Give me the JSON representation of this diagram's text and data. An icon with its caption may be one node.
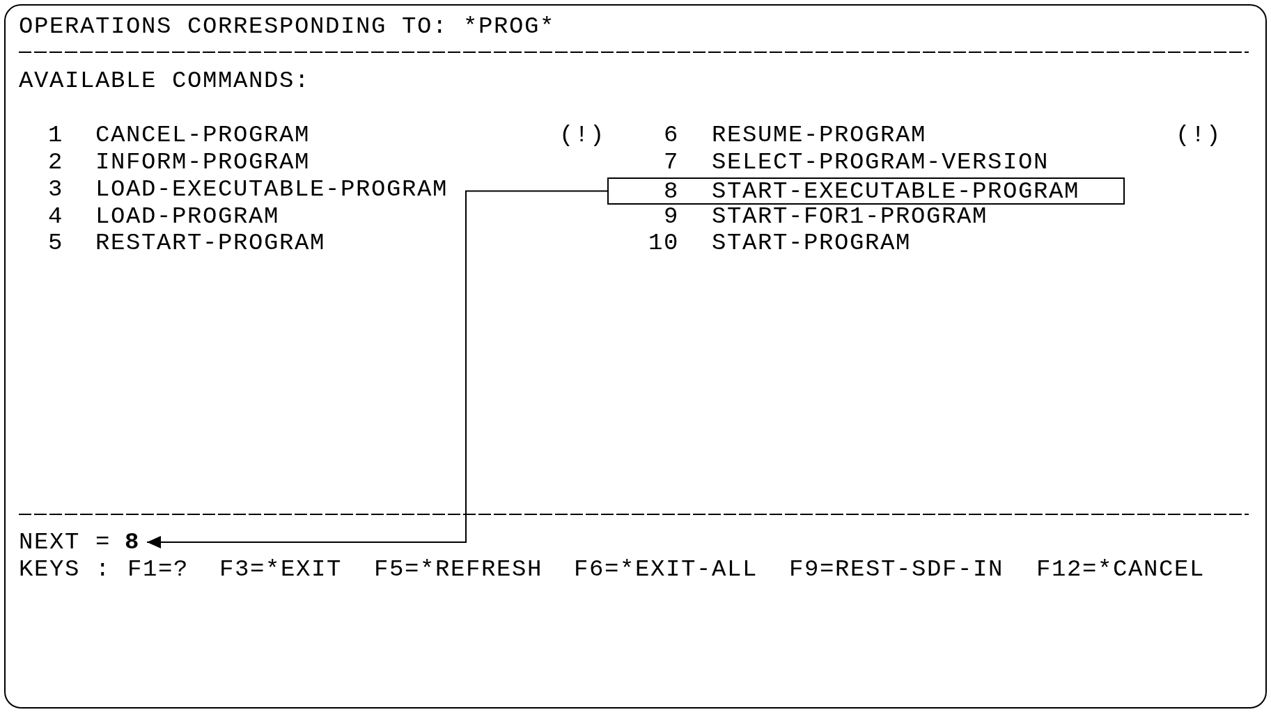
{
  "diagram": {
    "title": "OPERATIONS CORRESPONDING TO: *PROG*",
    "nodes": [
      {
        "text": [
          "8",
          "START-EXECUTABLE-PROGRAM"
        ]
      },
      {
        "text": [
          "8"
        ]
      }
    ],
    "edges": [
      {
        "from": 0,
        "to": 1,
        "arrow": "to"
      }
    ],
    "labels": [
      "AVAILABLE COMMANDS:",
      "1",
      "CANCEL-PROGRAM",
      "(!)",
      "6",
      "RESUME-PROGRAM",
      "(!)",
      "2",
      "INFORM-PROGRAM",
      "7",
      "SELECT-PROGRAM-VERSION",
      "3",
      "LOAD-EXECUTABLE-PROGRAM",
      "4",
      "LOAD-PROGRAM",
      "9",
      "START-FOR1-PROGRAM",
      "5",
      "RESTART-PROGRAM",
      "10",
      "START-PROGRAM",
      "NEXT =",
      "KEYS :",
      "F1=?",
      "F3=*EXIT",
      "F5=*REFRESH",
      "F6=*EXIT-ALL",
      "F9=REST-SDF-IN",
      "F12=*CANCEL"
    ]
  }
}
